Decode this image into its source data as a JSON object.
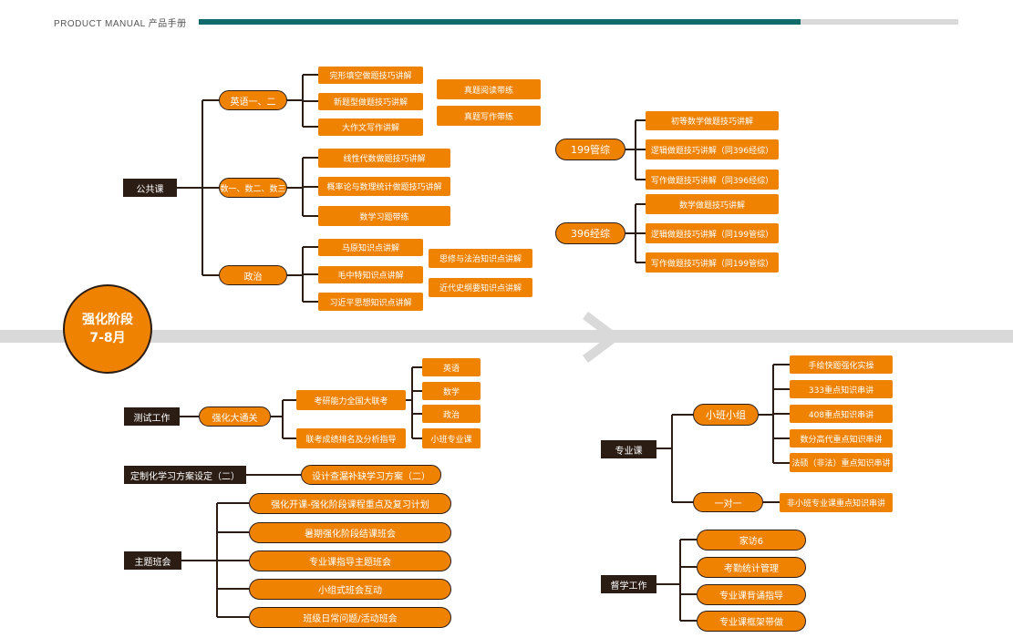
{
  "header": {
    "title": "PRODUCT MANUAL 产品手册"
  },
  "stage": {
    "name": "强化阶段",
    "months": "7-8月"
  },
  "public_course": {
    "label": "公共课",
    "english": {
      "label": "英语一、二",
      "items": [
        "完形填空做题技巧讲解",
        "新题型做题技巧讲解",
        "大作文写作讲解"
      ],
      "extras": [
        "真题阅读带练",
        "真题写作带练"
      ]
    },
    "math": {
      "label": "数一、数二、数三",
      "items": [
        "线性代数做题技巧讲解",
        "概率论与数理统计做题技巧讲解",
        "数学习题带练"
      ]
    },
    "politics": {
      "label": "政治",
      "items": [
        "马原知识点讲解",
        "毛中特知识点讲解",
        "习近平思想知识点讲解"
      ],
      "extras": [
        "思修与法治知识点讲解",
        "近代史纲要知识点讲解"
      ]
    }
  },
  "mgmt199": {
    "label": "199管综",
    "items": [
      "初等数学做题技巧讲解",
      "逻辑做题技巧讲解（同396经综）",
      "写作做题技巧讲解（同396经综）"
    ]
  },
  "econ396": {
    "label": "396经综",
    "items": [
      "数学做题技巧讲解",
      "逻辑做题技巧讲解（同199管综）",
      "写作做题技巧讲解（同199管综）"
    ]
  },
  "test_work": {
    "label": "测试工作",
    "node": "强化大通关",
    "items": [
      "考研能力全国大联考",
      "联考成绩排名及分析指导"
    ],
    "subjects": [
      "英语",
      "数学",
      "政治",
      "小班专业课"
    ]
  },
  "custom_plan": {
    "label": "定制化学习方案设定（二）",
    "item": "设计查漏补缺学习方案（二）"
  },
  "theme_meeting": {
    "label": "主题班会",
    "items": [
      "强化开课-强化阶段课程重点及复习计划",
      "暑期强化阶段结课班会",
      "专业课指导主题班会",
      "小组式班会互动",
      "班级日常问题/活动班会"
    ]
  },
  "major_course": {
    "label": "专业课",
    "small_group": {
      "label": "小班小组",
      "items": [
        "手绘快题强化实操",
        "333重点知识串讲",
        "408重点知识串讲",
        "数分高代重点知识串讲",
        "法硕（非法）重点知识串讲"
      ]
    },
    "one_on_one": {
      "label": "一对一",
      "item": "非小班专业课重点知识串讲"
    }
  },
  "supervision": {
    "label": "督学工作",
    "items": [
      "家访6",
      "考勤统计管理",
      "专业课背诵指导",
      "专业课框架带做"
    ]
  },
  "colors": {
    "orange": "#ef8200",
    "dark": "#2b1d14",
    "teal": "#0f6b6b",
    "gray": "#d9d9d9"
  }
}
